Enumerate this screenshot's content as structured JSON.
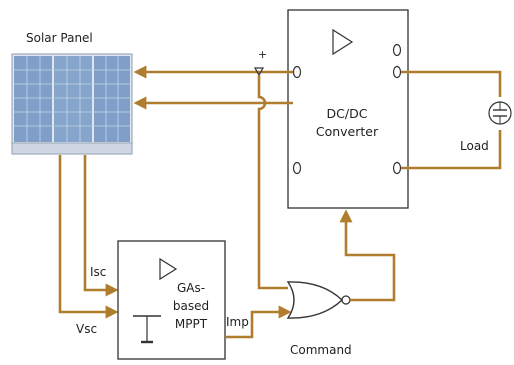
{
  "diagram": {
    "solar_panel_label": "Solar Panel",
    "converter_label_line1": "DC/DC",
    "converter_label_line2": "Converter",
    "load_label": "Load",
    "mppt_label_line1": "GAs-",
    "mppt_label_line2": "based",
    "mppt_label_line3": "MPPT",
    "isc_label": "Isc",
    "vsc_label": "Vsc",
    "imp_label": "Imp",
    "command_label": "Command",
    "plus_label": "+"
  },
  "colors": {
    "wire": "#b07d2e",
    "panel_blue": "#7f9fc9",
    "outline": "#333333"
  }
}
